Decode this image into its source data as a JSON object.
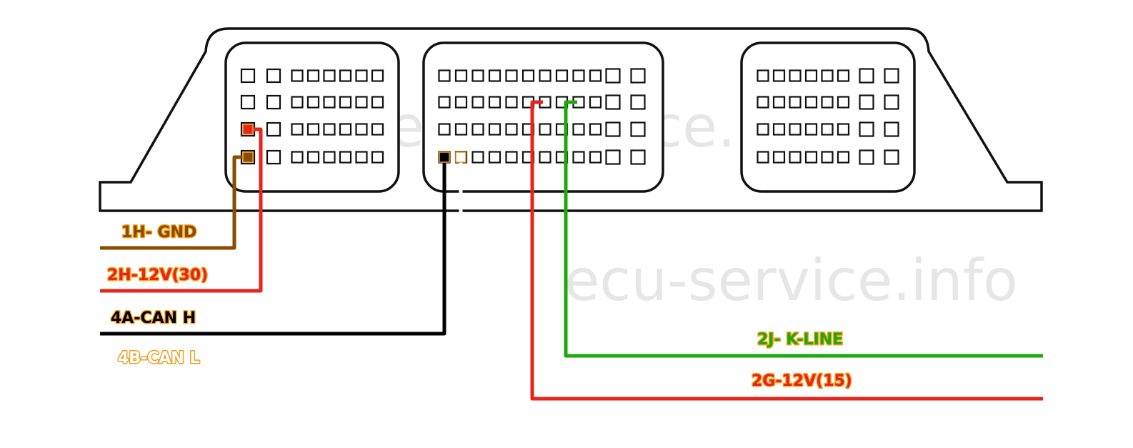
{
  "watermark": "ecu-service.info",
  "wires": [
    {
      "id": "gnd",
      "label": "1H- GND",
      "color": "#8a4b00",
      "outline": "#f5a623"
    },
    {
      "id": "12v30",
      "label": "2H-12V(30)",
      "color": "#e8231a",
      "outline": "#f5a623"
    },
    {
      "id": "canh",
      "label": "4A-CAN H",
      "color": "#000000",
      "outline": "#f5a623"
    },
    {
      "id": "canl",
      "label": "4B-CAN L",
      "color": "#ffffff",
      "outline": "#f0a020"
    },
    {
      "id": "kline",
      "label": "2J- K-LINE",
      "color": "#1fa80e",
      "outline": "#f5a623"
    },
    {
      "id": "12v15",
      "label": "2G-12V(15)",
      "color": "#e8231a",
      "outline": "#f5a623"
    }
  ]
}
